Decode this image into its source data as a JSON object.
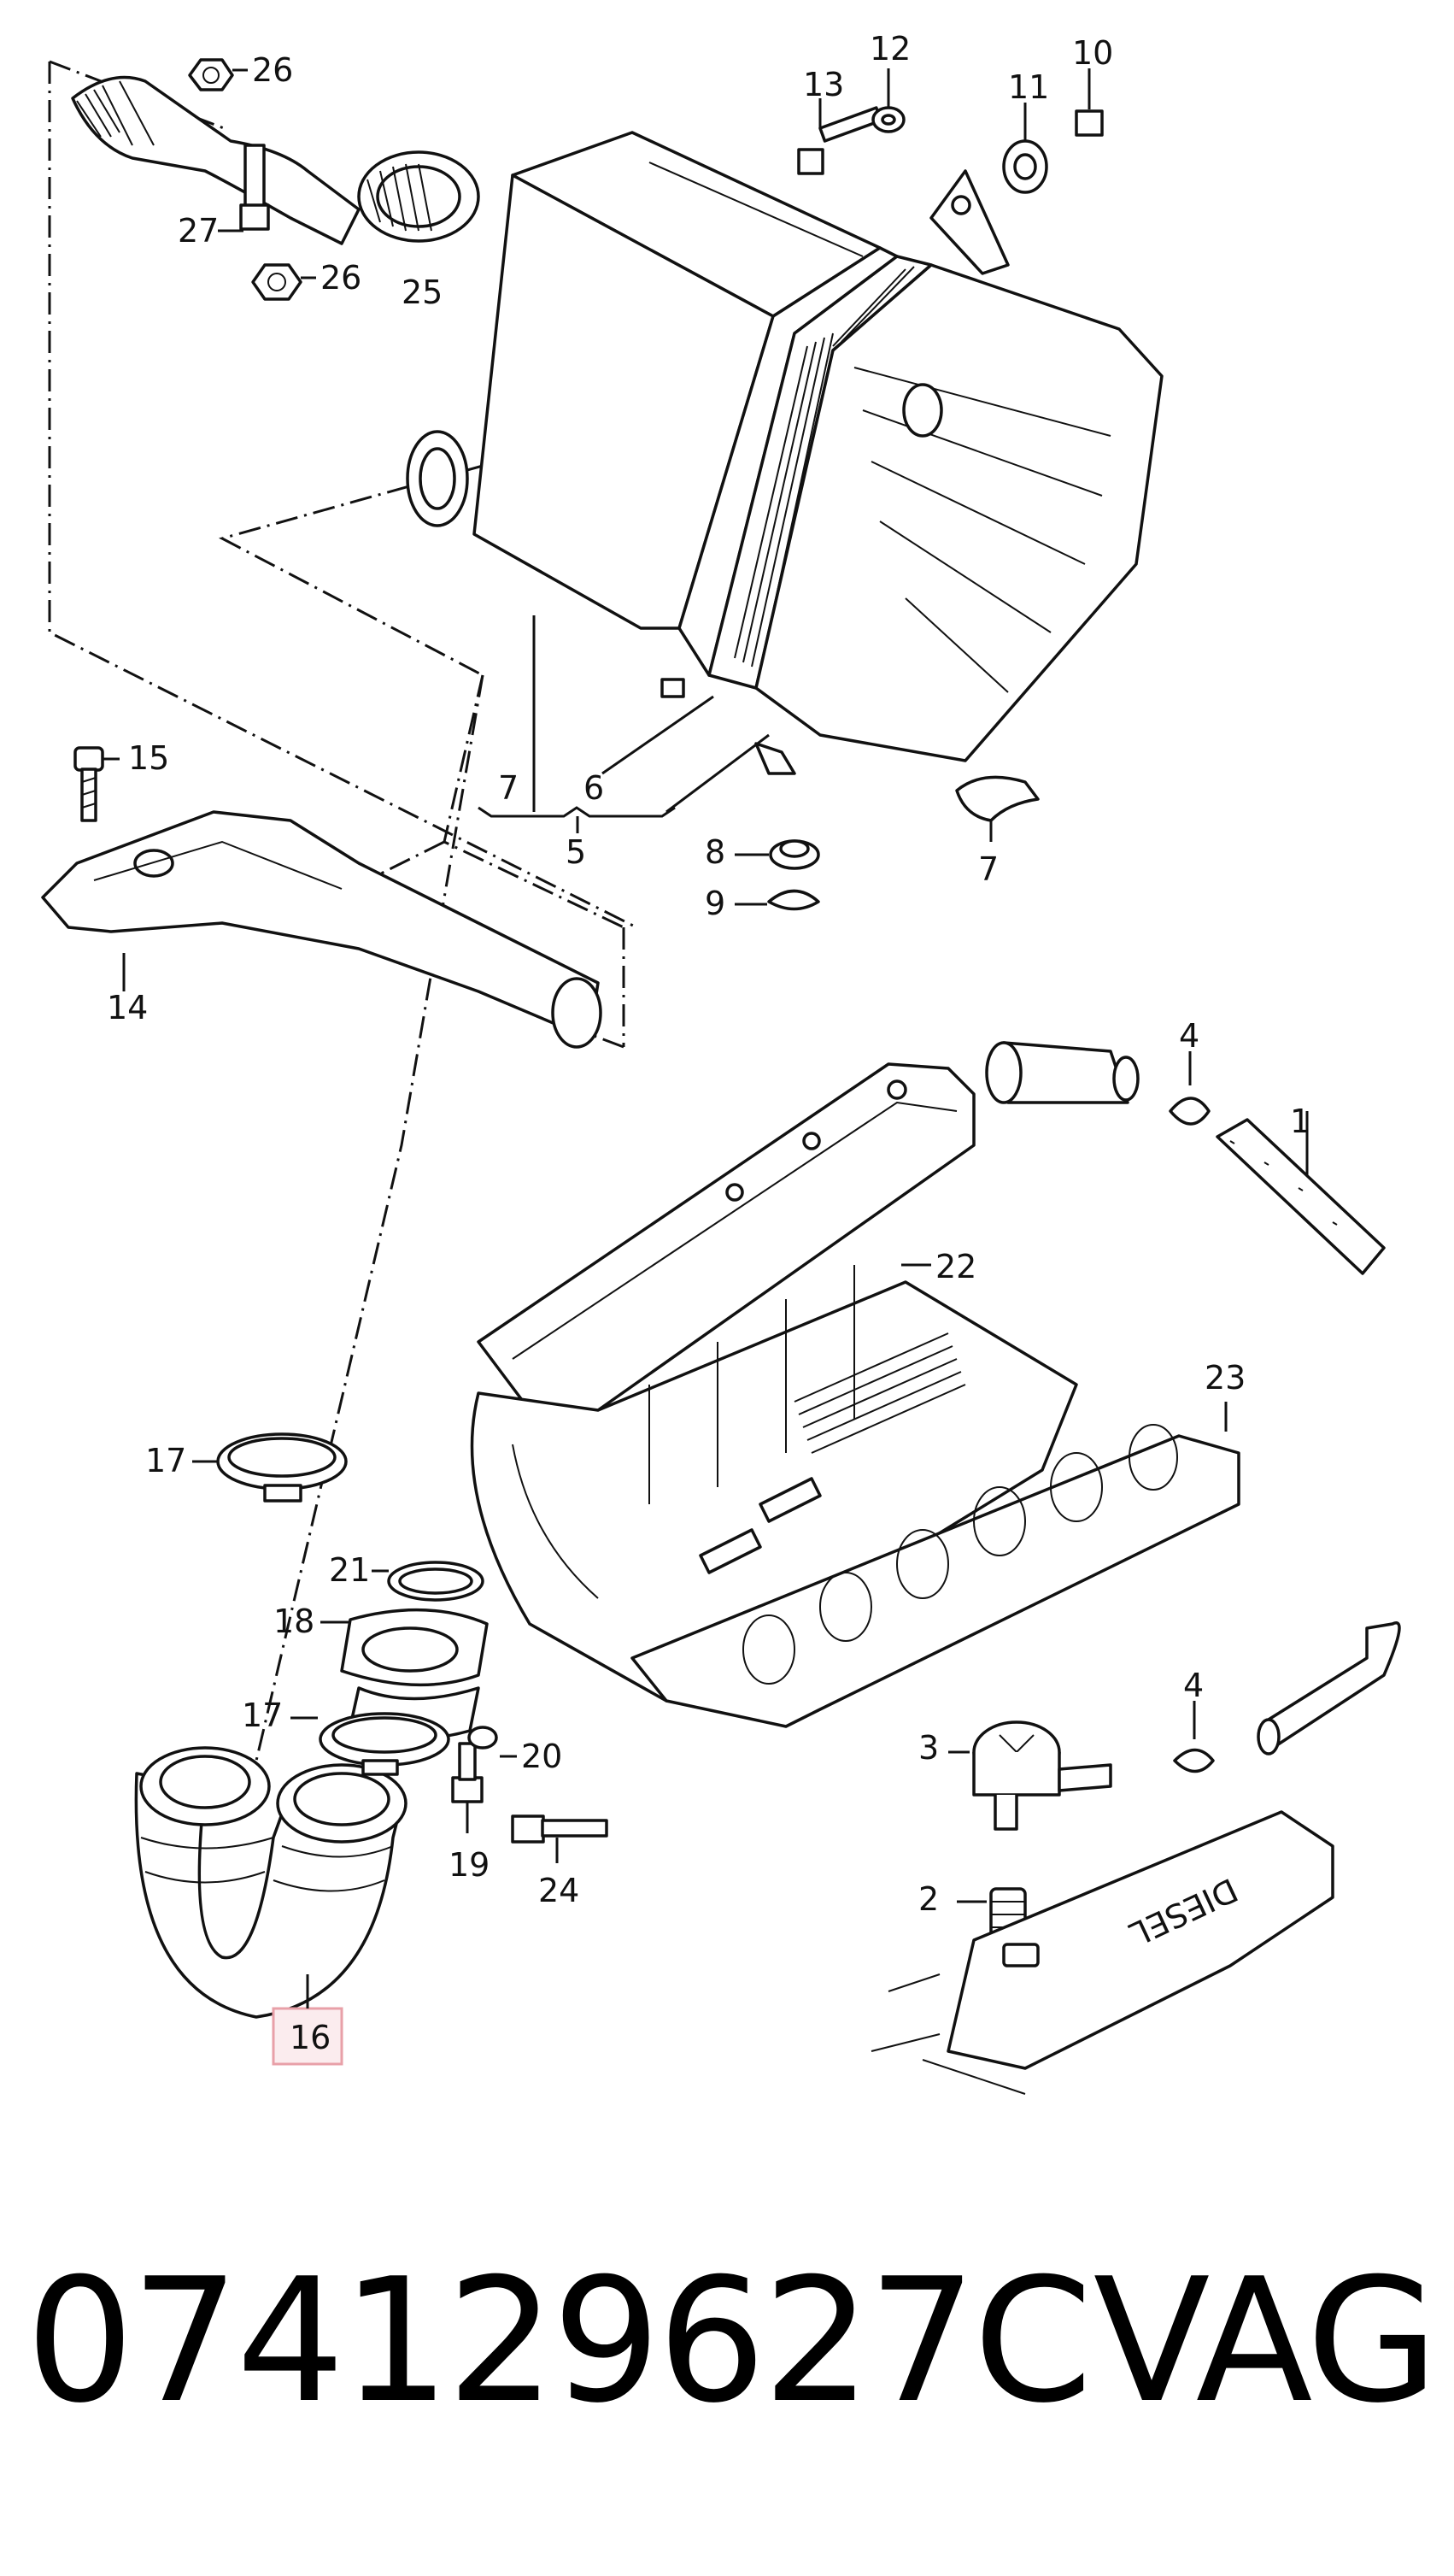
{
  "diagram": {
    "callouts": [
      {
        "id": "c1",
        "text": "1"
      },
      {
        "id": "c2",
        "text": "2"
      },
      {
        "id": "c3",
        "text": "3"
      },
      {
        "id": "c4a",
        "text": "4"
      },
      {
        "id": "c4b",
        "text": "4"
      },
      {
        "id": "c5",
        "text": "5"
      },
      {
        "id": "c6",
        "text": "6"
      },
      {
        "id": "c7a",
        "text": "7"
      },
      {
        "id": "c7b",
        "text": "7"
      },
      {
        "id": "c8",
        "text": "8"
      },
      {
        "id": "c9",
        "text": "9"
      },
      {
        "id": "c10",
        "text": "10"
      },
      {
        "id": "c11",
        "text": "11"
      },
      {
        "id": "c12",
        "text": "12"
      },
      {
        "id": "c13",
        "text": "13"
      },
      {
        "id": "c14",
        "text": "14"
      },
      {
        "id": "c15",
        "text": "15"
      },
      {
        "id": "c16",
        "text": "16"
      },
      {
        "id": "c17a",
        "text": "17"
      },
      {
        "id": "c17b",
        "text": "17"
      },
      {
        "id": "c18",
        "text": "18"
      },
      {
        "id": "c19",
        "text": "19"
      },
      {
        "id": "c20",
        "text": "20"
      },
      {
        "id": "c21",
        "text": "21"
      },
      {
        "id": "c22",
        "text": "22"
      },
      {
        "id": "c23",
        "text": "23"
      },
      {
        "id": "c24",
        "text": "24"
      },
      {
        "id": "c25",
        "text": "25"
      },
      {
        "id": "c26a",
        "text": "26"
      },
      {
        "id": "c26b",
        "text": "26"
      },
      {
        "id": "c27",
        "text": "27"
      }
    ],
    "cover_stamp": "DIESEL",
    "highlight_color": "#e8a0a8"
  },
  "caption": {
    "part_number": "074129627C",
    "brand": "VAG"
  }
}
